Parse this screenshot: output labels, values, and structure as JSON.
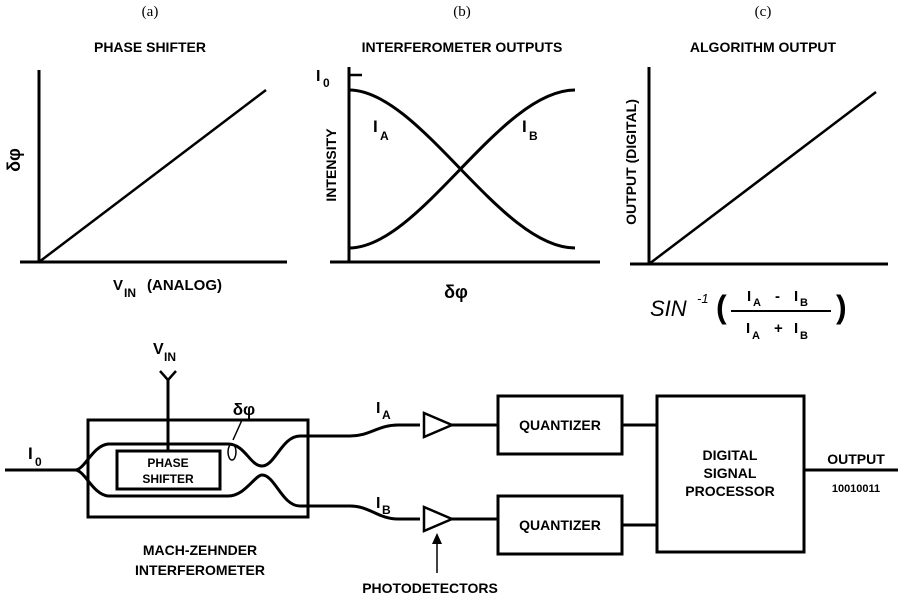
{
  "panels": {
    "a": {
      "tag": "(a)",
      "title": "PHASE SHIFTER",
      "ylabel": "δφ",
      "xlabel_main": "V",
      "xlabel_sub": "IN",
      "xlabel_rest": "(ANALOG)"
    },
    "b": {
      "tag": "(b)",
      "title": "INTERFEROMETER OUTPUTS",
      "ylabel": "INTENSITY",
      "xlabel": "δφ",
      "tick_main": "I",
      "tick_sub": "0",
      "curve_a_main": "I",
      "curve_a_sub": "A",
      "curve_b_main": "I",
      "curve_b_sub": "B"
    },
    "c": {
      "tag": "(c)",
      "title": "ALGORITHM OUTPUT",
      "ylabel": "OUTPUT (DIGITAL)",
      "formula_prefix": "SIN",
      "formula_exp": "-1",
      "open_paren": "(",
      "close_paren": ")",
      "num_a": "I",
      "num_a_sub": "A",
      "minus": "-",
      "num_b": "I",
      "num_b_sub": "B",
      "den_a": "I",
      "den_a_sub": "A",
      "plus": "+",
      "den_b": "I",
      "den_b_sub": "B"
    }
  },
  "diagram": {
    "input_main": "I",
    "input_sub": "0",
    "vin_main": "V",
    "vin_sub": "IN",
    "dphi": "δφ",
    "phase_shifter_line1": "PHASE",
    "phase_shifter_line2": "SHIFTER",
    "mzi_line1": "MACH-ZEHNDER",
    "mzi_line2": "INTERFEROMETER",
    "ia_main": "I",
    "ia_sub": "A",
    "ib_main": "I",
    "ib_sub": "B",
    "quantizer_top": "QUANTIZER",
    "quantizer_bottom": "QUANTIZER",
    "dsp_line1": "DIGITAL",
    "dsp_line2": "SIGNAL",
    "dsp_line3": "PROCESSOR",
    "output_label": "OUTPUT",
    "output_code": "10010011",
    "photodetectors": "PHOTODETECTORS"
  }
}
